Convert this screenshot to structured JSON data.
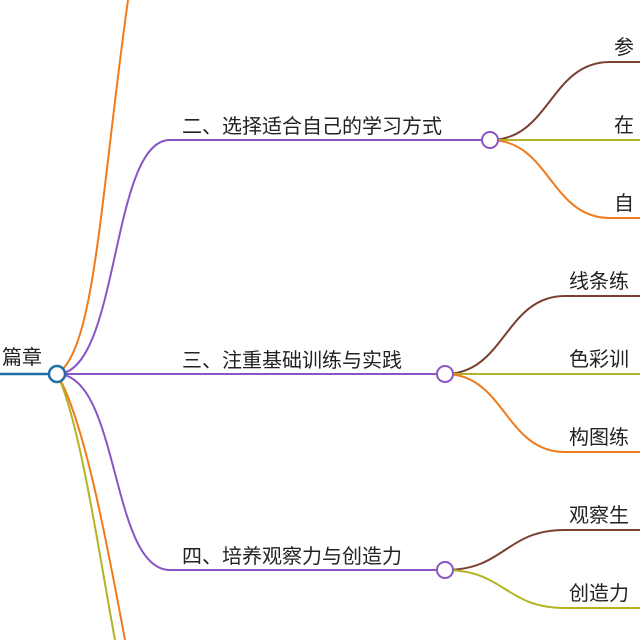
{
  "mindmap": {
    "root": {
      "label": "篇章"
    },
    "branches": [
      {
        "label": "二、选择适合自己的学习方式",
        "color": "#8a55c6",
        "children": [
          {
            "label": "参",
            "color": "#7a4030"
          },
          {
            "label": "在",
            "color": "#b3b324"
          },
          {
            "label": "自",
            "color": "#f07b1c"
          }
        ]
      },
      {
        "label": "三、注重基础训练与实践",
        "color": "#8a55c6",
        "children": [
          {
            "label": "线条练",
            "color": "#7a4030"
          },
          {
            "label": "色彩训",
            "color": "#b3b324"
          },
          {
            "label": "构图练",
            "color": "#f07b1c"
          }
        ]
      },
      {
        "label": "四、培养观察力与创造力",
        "color": "#8a55c6",
        "children": [
          {
            "label": "观察生",
            "color": "#7a4030"
          },
          {
            "label": "创造力",
            "color": "#b3b324"
          }
        ]
      }
    ],
    "offscreen_links": [
      {
        "color": "#f07b1c"
      },
      {
        "color": "#f07b1c"
      },
      {
        "color": "#b3b324"
      }
    ],
    "root_line_color": "#1f6fa8"
  }
}
